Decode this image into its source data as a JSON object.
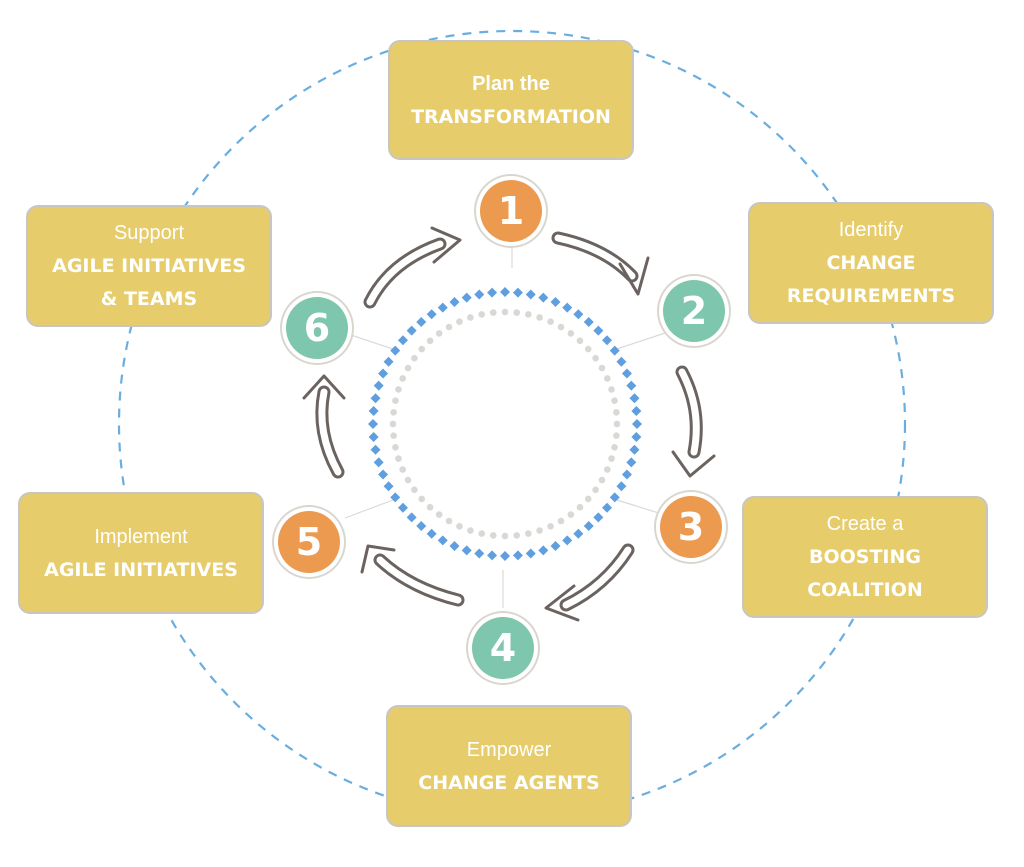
{
  "colors": {
    "box_fill": "#e6cc6a",
    "box_border": "#c8c6c2",
    "orange": "#ec9a4f",
    "teal": "#7ec6ad",
    "dashed_ring": "#6aaee0",
    "diamond_ring": "#5f9fe0",
    "dot_ring": "#d8d8d4",
    "arrow": "#6b6360"
  },
  "steps": [
    {
      "number": "1",
      "color": "orange",
      "line1": "Plan the",
      "line2": "TRANSFORMATION"
    },
    {
      "number": "2",
      "color": "teal",
      "line1": "Identify",
      "line2": "CHANGE",
      "line3": "REQUIREMENTS"
    },
    {
      "number": "3",
      "color": "orange",
      "line1": "Create a",
      "line2": "BOOSTING",
      "line3": "COALITION"
    },
    {
      "number": "4",
      "color": "teal",
      "line1": "Empower",
      "line2": "CHANGE AGENTS"
    },
    {
      "number": "5",
      "color": "orange",
      "line1": "Implement",
      "line2": "AGILE INITIATIVES"
    },
    {
      "number": "6",
      "color": "teal",
      "line1": "Support",
      "line2": "AGILE INITIATIVES",
      "line3": "& TEAMS"
    }
  ]
}
